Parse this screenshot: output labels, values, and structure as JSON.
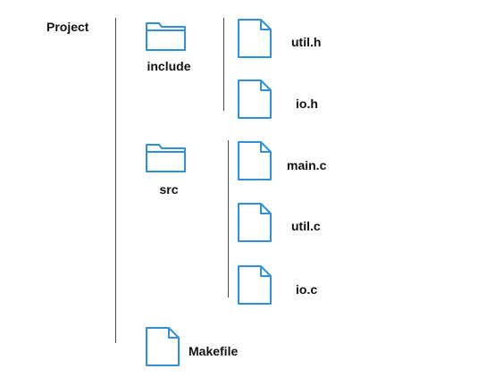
{
  "root": {
    "label": "Project",
    "icon": "folder-root"
  },
  "folders": [
    {
      "label": "include",
      "icon": "folder-icon",
      "files": [
        {
          "label": "util.h",
          "icon": "file-icon"
        },
        {
          "label": "io.h",
          "icon": "file-icon"
        }
      ]
    },
    {
      "label": "src",
      "icon": "folder-icon",
      "files": [
        {
          "label": "main.c",
          "icon": "file-icon"
        },
        {
          "label": "util.c",
          "icon": "file-icon"
        },
        {
          "label": "io.c",
          "icon": "file-icon"
        }
      ]
    }
  ],
  "root_files": [
    {
      "label": "Makefile",
      "icon": "file-icon"
    }
  ],
  "colors": {
    "icon_stroke": "#2f8fd8",
    "line": "#4a4a4a",
    "text": "#111111"
  }
}
